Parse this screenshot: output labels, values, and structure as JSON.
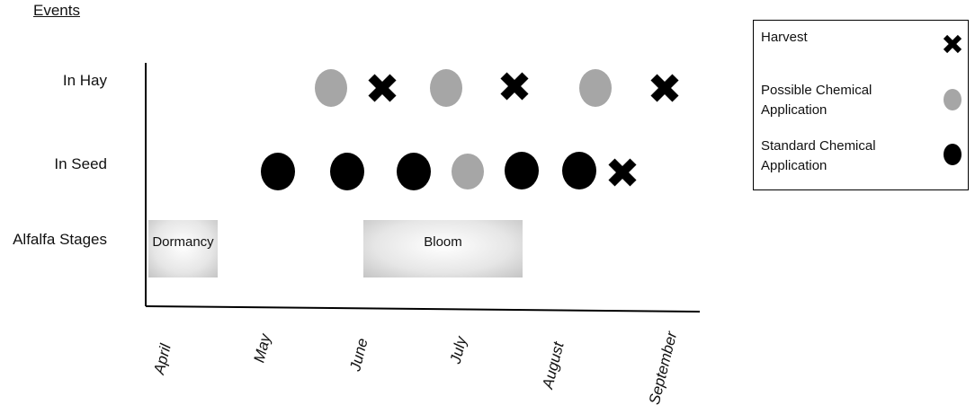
{
  "title": "Events",
  "rows": {
    "hay": "In Hay",
    "seed": "In Seed",
    "stages": "Alfalfa Stages"
  },
  "stages": {
    "dormancy": "Dormancy",
    "bloom": "Bloom"
  },
  "months": [
    "April",
    "May",
    "June",
    "July",
    "August",
    "September"
  ],
  "legend": {
    "harvest": "Harvest",
    "possible": "Possible Chemical Application",
    "standard": "Standard Chemical Application"
  },
  "colors": {
    "possible": "#a6a6a6",
    "standard": "#000000",
    "harvest": "#000000"
  },
  "markers": {
    "hay": [
      "possible-chemical-application",
      "harvest",
      "possible-chemical-application",
      "harvest",
      "possible-chemical-application",
      "harvest"
    ],
    "seed": [
      "standard-chemical-application",
      "standard-chemical-application",
      "standard-chemical-application",
      "possible-chemical-application",
      "standard-chemical-application",
      "standard-chemical-application",
      "harvest"
    ]
  }
}
